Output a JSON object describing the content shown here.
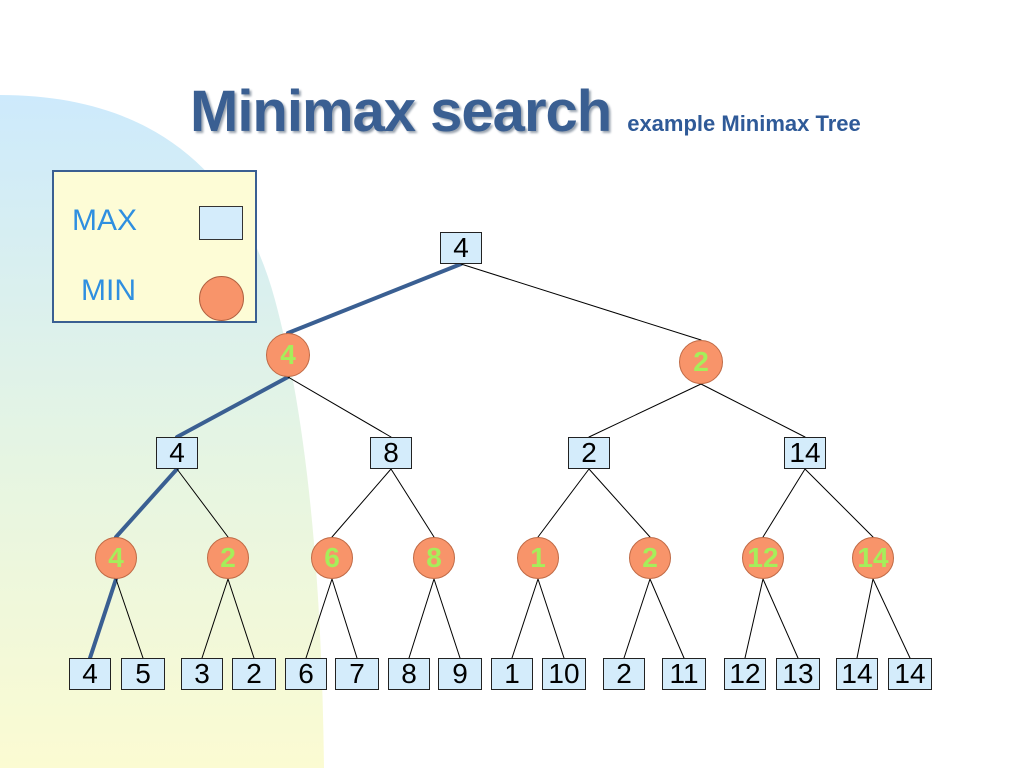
{
  "title": {
    "main": "Minimax search",
    "sub": "example Minimax Tree"
  },
  "legend": {
    "max_label": "MAX",
    "min_label": "MIN"
  },
  "colors": {
    "max_fill": "#d4ecfb",
    "min_fill": "#f8946a",
    "min_text": "#a6ee5a",
    "path_highlight": "#3a5f92",
    "title": "#3a5f92"
  },
  "tree": {
    "nodes": [
      {
        "id": "r",
        "type": "max",
        "value": "4"
      },
      {
        "id": "a",
        "type": "min",
        "value": "4"
      },
      {
        "id": "b",
        "type": "min",
        "value": "2"
      },
      {
        "id": "c1",
        "type": "max",
        "value": "4"
      },
      {
        "id": "c2",
        "type": "max",
        "value": "8"
      },
      {
        "id": "c3",
        "type": "max",
        "value": "2"
      },
      {
        "id": "c4",
        "type": "max",
        "value": "14"
      },
      {
        "id": "d1",
        "type": "min",
        "value": "4"
      },
      {
        "id": "d2",
        "type": "min",
        "value": "2"
      },
      {
        "id": "d3",
        "type": "min",
        "value": "6"
      },
      {
        "id": "d4",
        "type": "min",
        "value": "8"
      },
      {
        "id": "d5",
        "type": "min",
        "value": "1"
      },
      {
        "id": "d6",
        "type": "min",
        "value": "2"
      },
      {
        "id": "d7",
        "type": "min",
        "value": "12"
      },
      {
        "id": "d8",
        "type": "min",
        "value": "14"
      },
      {
        "id": "l1",
        "type": "max",
        "value": "4"
      },
      {
        "id": "l2",
        "type": "max",
        "value": "5"
      },
      {
        "id": "l3",
        "type": "max",
        "value": "3"
      },
      {
        "id": "l4",
        "type": "max",
        "value": "2"
      },
      {
        "id": "l5",
        "type": "max",
        "value": "6"
      },
      {
        "id": "l6",
        "type": "max",
        "value": "7"
      },
      {
        "id": "l7",
        "type": "max",
        "value": "8"
      },
      {
        "id": "l8",
        "type": "max",
        "value": "9"
      },
      {
        "id": "l9",
        "type": "max",
        "value": "1"
      },
      {
        "id": "l10",
        "type": "max",
        "value": "10"
      },
      {
        "id": "l11",
        "type": "max",
        "value": "2"
      },
      {
        "id": "l12",
        "type": "max",
        "value": "11"
      },
      {
        "id": "l13",
        "type": "max",
        "value": "12"
      },
      {
        "id": "l14",
        "type": "max",
        "value": "13"
      },
      {
        "id": "l15",
        "type": "max",
        "value": "14"
      },
      {
        "id": "l16",
        "type": "max",
        "value": "14"
      }
    ],
    "edges": [
      {
        "from": "r",
        "to": "a",
        "highlight": true
      },
      {
        "from": "r",
        "to": "b",
        "highlight": false
      },
      {
        "from": "a",
        "to": "c1",
        "highlight": true
      },
      {
        "from": "a",
        "to": "c2",
        "highlight": false
      },
      {
        "from": "b",
        "to": "c3",
        "highlight": false
      },
      {
        "from": "b",
        "to": "c4",
        "highlight": false
      },
      {
        "from": "c1",
        "to": "d1",
        "highlight": true
      },
      {
        "from": "c1",
        "to": "d2",
        "highlight": false
      },
      {
        "from": "c2",
        "to": "d3",
        "highlight": false
      },
      {
        "from": "c2",
        "to": "d4",
        "highlight": false
      },
      {
        "from": "c3",
        "to": "d5",
        "highlight": false
      },
      {
        "from": "c3",
        "to": "d6",
        "highlight": false
      },
      {
        "from": "c4",
        "to": "d7",
        "highlight": false
      },
      {
        "from": "c4",
        "to": "d8",
        "highlight": false
      },
      {
        "from": "d1",
        "to": "l1",
        "highlight": true
      },
      {
        "from": "d1",
        "to": "l2",
        "highlight": false
      },
      {
        "from": "d2",
        "to": "l3",
        "highlight": false
      },
      {
        "from": "d2",
        "to": "l4",
        "highlight": false
      },
      {
        "from": "d3",
        "to": "l5",
        "highlight": false
      },
      {
        "from": "d3",
        "to": "l6",
        "highlight": false
      },
      {
        "from": "d4",
        "to": "l7",
        "highlight": false
      },
      {
        "from": "d4",
        "to": "l8",
        "highlight": false
      },
      {
        "from": "d5",
        "to": "l9",
        "highlight": false
      },
      {
        "from": "d5",
        "to": "l10",
        "highlight": false
      },
      {
        "from": "d6",
        "to": "l11",
        "highlight": false
      },
      {
        "from": "d6",
        "to": "l12",
        "highlight": false
      },
      {
        "from": "d7",
        "to": "l13",
        "highlight": false
      },
      {
        "from": "d7",
        "to": "l14",
        "highlight": false
      },
      {
        "from": "d8",
        "to": "l15",
        "highlight": false
      },
      {
        "from": "d8",
        "to": "l16",
        "highlight": false
      }
    ]
  }
}
